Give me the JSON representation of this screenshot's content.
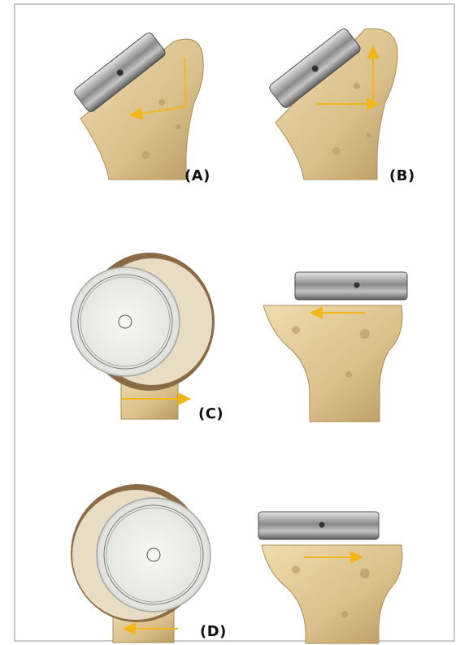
{
  "labels": {
    "a": "(A)",
    "b": "(B)",
    "c": "(C)",
    "d": "(D)"
  },
  "colors": {
    "bone": "#d9bf8a",
    "bone_shadow": "#a98c58",
    "metal": "#8d8d8d",
    "arrow": "#f2b61a",
    "frame": "#c9c9c9",
    "implant_face": "#ececec"
  },
  "icons": [
    "humeral-head-implant",
    "humerus-bone",
    "direction-arrow"
  ]
}
